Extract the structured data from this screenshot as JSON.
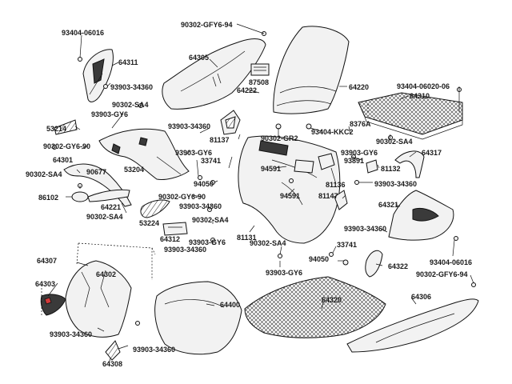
{
  "callouts": {
    "l_93404_06016_a": "93404-06016",
    "l_64311": "64311",
    "l_90302_gfy6_94_a": "90302-GFY6-94",
    "l_64305": "64305",
    "l_93903_34360_a": "93903-34360",
    "l_87508": "87508",
    "l_64222": "64222",
    "l_64220": "64220",
    "l_93404_06020_06": "93404-06020-06",
    "l_64310": "64310",
    "l_90302_sa4_a": "90302-SA4",
    "l_93903_gy6_a": "93903-GY6",
    "l_53214": "53214",
    "l_93903_34360_b": "93903-34360",
    "l_81137": "81137",
    "l_90302_gr2": "90302-GR2",
    "l_93404_kkc2": "93404-KKC2",
    "l_8376a": "8376A",
    "l_90302_sa4_b": "90302-SA4",
    "l_64317": "64317",
    "l_90302_gy6_90_a": "90302-GY6-90",
    "l_64301": "64301",
    "l_90302_sa4_c": "90302-SA4",
    "l_90677": "90677",
    "l_53204": "53204",
    "l_93903_gy6_b": "93903-GY6",
    "l_33741_a": "33741",
    "l_93903_gy6_c": "93903-GY6",
    "l_93891": "93891",
    "l_81132": "81132",
    "l_94591_a": "94591",
    "l_94050_a": "94050",
    "l_81136": "81136",
    "l_93903_34360_c": "93903-34360",
    "l_64221": "64221",
    "l_86102": "86102",
    "l_90302_sa4_d": "90302-SA4",
    "l_90302_gy6_90_b": "90302-GY6-90",
    "l_93903_34360_d": "93903-34360",
    "l_94591_b": "94591",
    "l_81147": "81147",
    "l_64321": "64321",
    "l_53224": "53224",
    "l_90302_sa4_e": "90302-SA4",
    "l_64312": "64312",
    "l_93903_gy6_d": "93903-GY6",
    "l_93903_34360_e": "93903-34360",
    "l_81131": "81131",
    "l_93903_34360_f": "93903-34360",
    "l_90302_sa4_f": "90302-SA4",
    "l_33741_b": "33741",
    "l_94050_b": "94050",
    "l_64322": "64322",
    "l_93404_06016_b": "93404-06016",
    "l_64307": "64307",
    "l_64302": "64302",
    "l_93903_gy6_e": "93903-GY6",
    "l_90302_gfy6_94_b": "90302-GFY6-94",
    "l_64303": "64303",
    "l_64400": "64400",
    "l_64320": "64320",
    "l_64306": "64306",
    "l_93903_34360_g": "93903-34360",
    "l_93903_34360_h": "93903-34360",
    "l_64308": "64308"
  }
}
